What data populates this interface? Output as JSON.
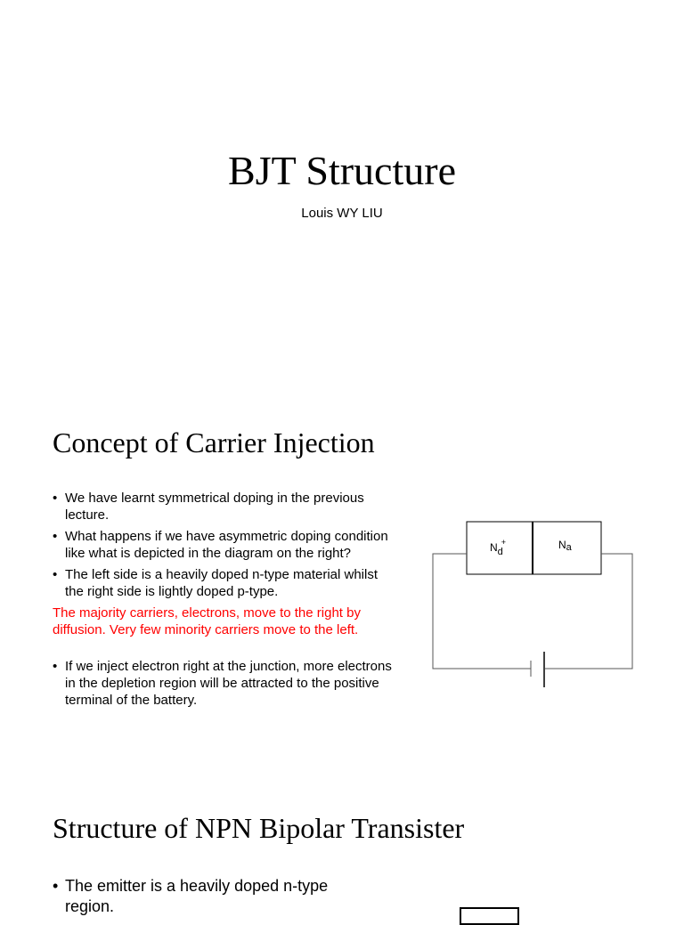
{
  "slide1": {
    "title": "BJT Structure",
    "author": "Louis WY LIU"
  },
  "slide2": {
    "title": "Concept of Carrier Injection",
    "bullets_top": [
      "We have learnt symmetrical doping in the previous lecture.",
      "What happens if we have asymmetric doping condition like what is depicted in the diagram on the right?",
      "The left side is a heavily doped n-type material whilst the right side is lightly doped p-type."
    ],
    "note": "The majority carriers, electrons, move to the right by diffusion. Very few minority carriers move to the left.",
    "bullets_bottom": [
      "If we inject electron right at the junction, more electrons in the depletion region will be attracted to the positive terminal of the battery."
    ],
    "diagram": {
      "left_label": "N",
      "left_sub": "d",
      "left_sup": "+",
      "right_label": "N",
      "right_sub": "a"
    }
  },
  "slide3": {
    "title": "Structure of NPN Bipolar Transister",
    "bullets": [
      "The emitter is a heavily doped n-type region."
    ]
  },
  "bullet_glyph": "•",
  "colors": {
    "note": "#ff0000",
    "text": "#000000",
    "background": "#ffffff"
  }
}
